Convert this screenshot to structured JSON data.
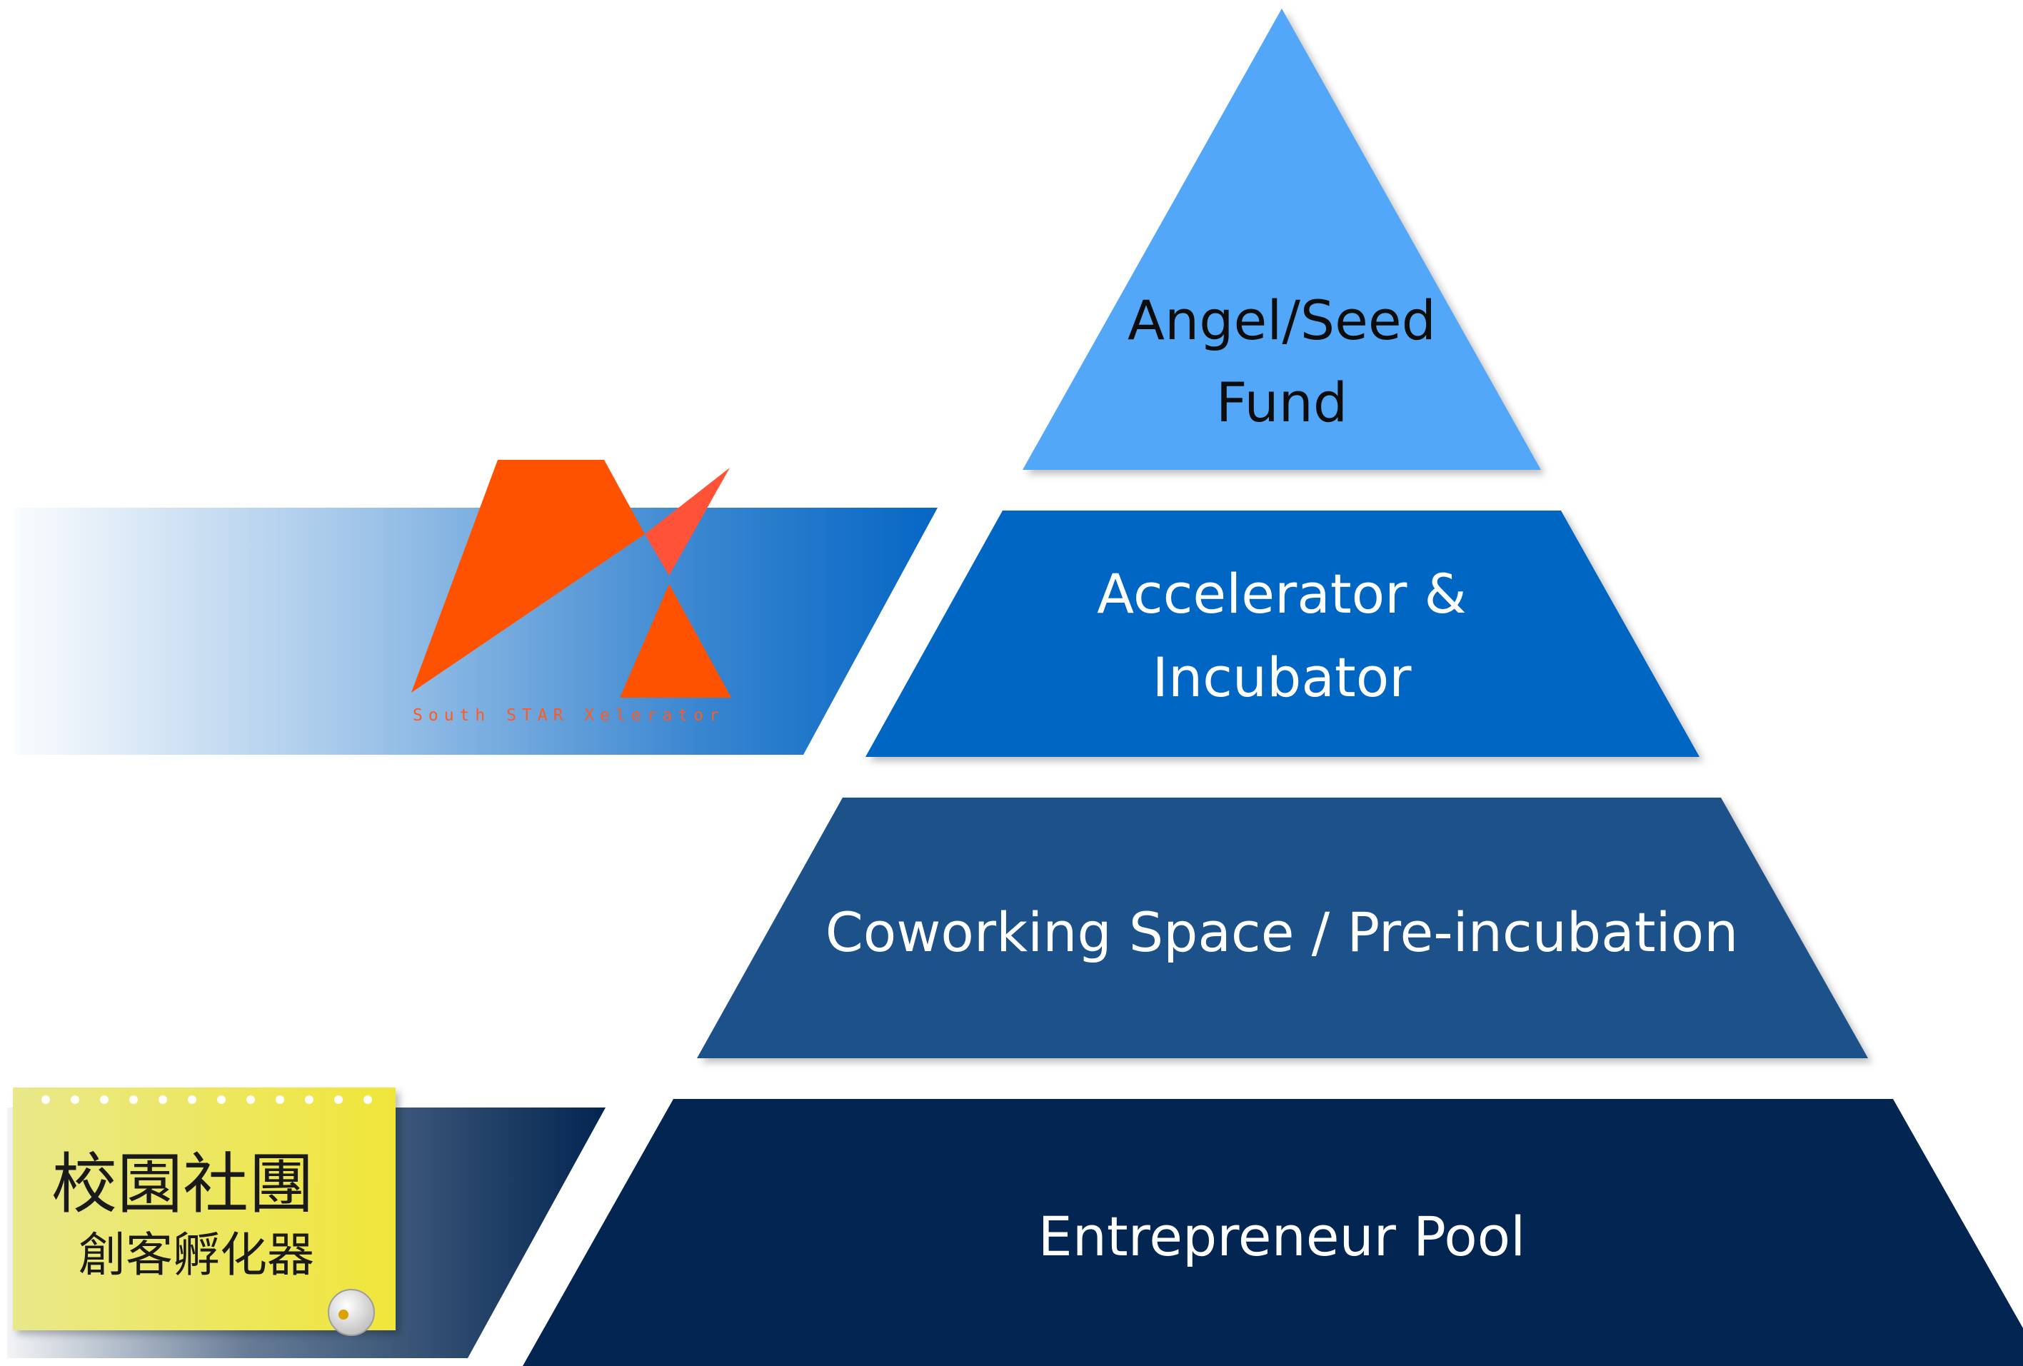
{
  "colors": {
    "tier1": "#53a7f8",
    "tier2": "#0566c4",
    "tier3": "#1a5189",
    "tier4": "#022551",
    "logo_orange": "#ff5200",
    "note_yellow": "#eeeb54"
  },
  "pyramid": {
    "tiers": [
      {
        "line1": "Angel/Seed",
        "line2": "Fund"
      },
      {
        "line1": "Accelerator &",
        "line2": "Incubator"
      },
      {
        "line1": "Coworking Space / Pre-incubation"
      },
      {
        "line1": "Entrepreneur Pool"
      }
    ]
  },
  "logo": {
    "caption": "South STAR Xelerator"
  },
  "sticky_note": {
    "line1": "校園社團",
    "line2": "創客孵化器",
    "icon": "pin-icon"
  }
}
